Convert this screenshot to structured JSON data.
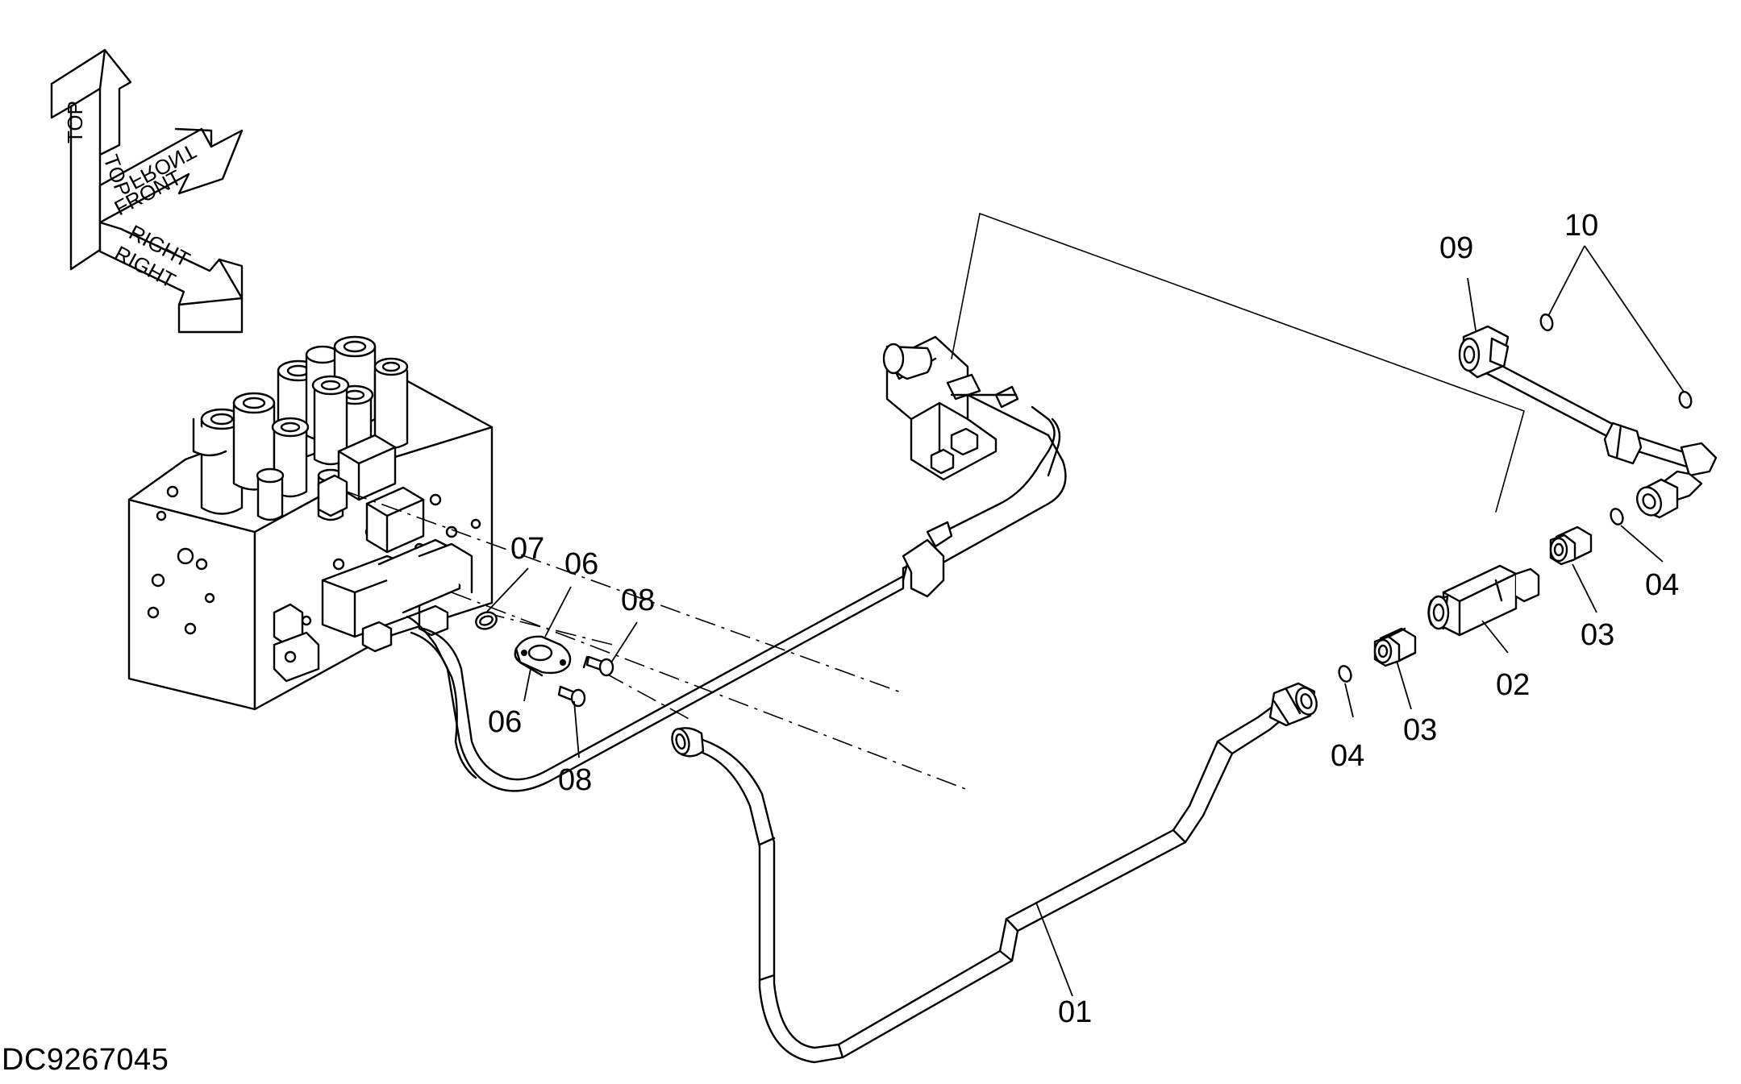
{
  "document_id": "DC9267045",
  "orientation": {
    "top": "TOP",
    "front": "FRONT",
    "right": "RIGHT"
  },
  "callouts": {
    "c01": "01",
    "c02": "02",
    "c03a": "03",
    "c03b": "03",
    "c04a": "04",
    "c04b": "04",
    "c06a": "06",
    "c06b": "06",
    "c07": "07",
    "c08a": "08",
    "c08b": "08",
    "c09": "09",
    "c10": "10"
  }
}
